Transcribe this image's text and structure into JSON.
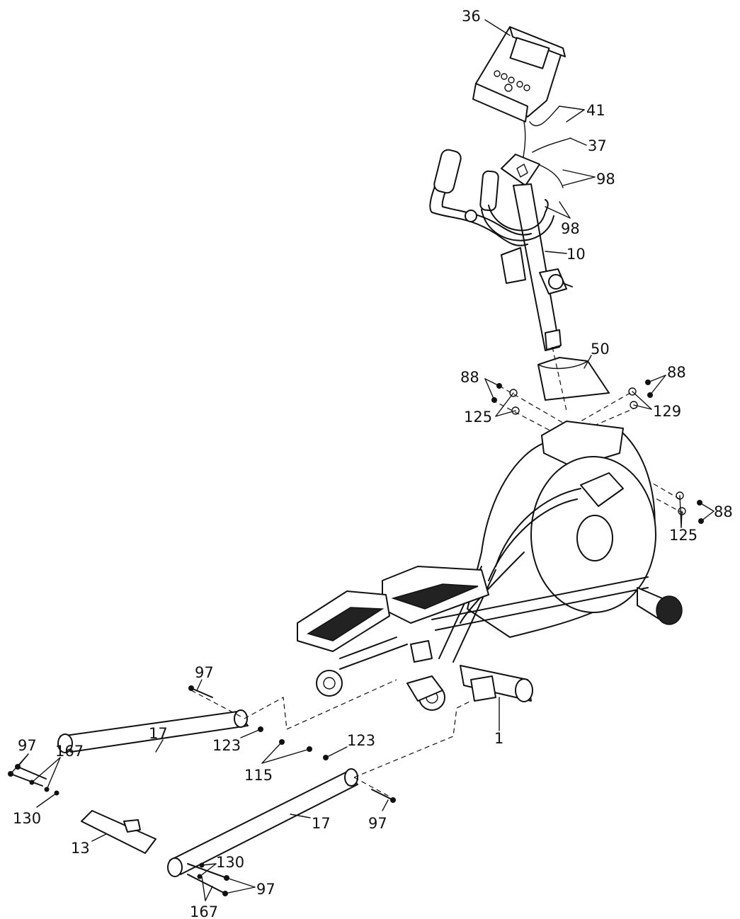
{
  "diagram": {
    "callouts": [
      {
        "id": "c36",
        "text": "36"
      },
      {
        "id": "c41",
        "text": "41"
      },
      {
        "id": "c37",
        "text": "37"
      },
      {
        "id": "c98a",
        "text": "98"
      },
      {
        "id": "c98b",
        "text": "98"
      },
      {
        "id": "c10",
        "text": "10"
      },
      {
        "id": "c50",
        "text": "50"
      },
      {
        "id": "c88a",
        "text": "88"
      },
      {
        "id": "c88b",
        "text": "88"
      },
      {
        "id": "c125a",
        "text": "125"
      },
      {
        "id": "c129",
        "text": "129"
      },
      {
        "id": "c88c",
        "text": "88"
      },
      {
        "id": "c125b",
        "text": "125"
      },
      {
        "id": "c97a",
        "text": "97"
      },
      {
        "id": "c17a",
        "text": "17"
      },
      {
        "id": "c123a",
        "text": "123"
      },
      {
        "id": "c115",
        "text": "115"
      },
      {
        "id": "c123b",
        "text": "123"
      },
      {
        "id": "c1",
        "text": "1"
      },
      {
        "id": "c97b",
        "text": "97"
      },
      {
        "id": "c167a",
        "text": "167"
      },
      {
        "id": "c130a",
        "text": "130"
      },
      {
        "id": "c17b",
        "text": "17"
      },
      {
        "id": "c97c",
        "text": "97"
      },
      {
        "id": "c13",
        "text": "13"
      },
      {
        "id": "c130b",
        "text": "130"
      },
      {
        "id": "c97d",
        "text": "97"
      },
      {
        "id": "c167b",
        "text": "167"
      }
    ]
  }
}
